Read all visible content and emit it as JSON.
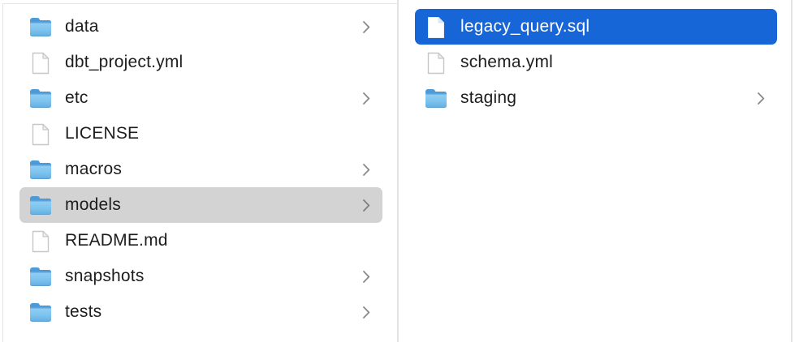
{
  "columns": [
    {
      "items": [
        {
          "label": "data",
          "type": "folder",
          "has_chevron": true,
          "selected": false
        },
        {
          "label": "dbt_project.yml",
          "type": "file",
          "has_chevron": false,
          "selected": false
        },
        {
          "label": "etc",
          "type": "folder",
          "has_chevron": true,
          "selected": false
        },
        {
          "label": "LICENSE",
          "type": "file",
          "has_chevron": false,
          "selected": false
        },
        {
          "label": "macros",
          "type": "folder",
          "has_chevron": true,
          "selected": false
        },
        {
          "label": "models",
          "type": "folder",
          "has_chevron": true,
          "selected": true,
          "selection_style": "inactive-gray"
        },
        {
          "label": "README.md",
          "type": "file",
          "has_chevron": false,
          "selected": false
        },
        {
          "label": "snapshots",
          "type": "folder",
          "has_chevron": true,
          "selected": false
        },
        {
          "label": "tests",
          "type": "folder",
          "has_chevron": true,
          "selected": false
        }
      ]
    },
    {
      "items": [
        {
          "label": "legacy_query.sql",
          "type": "file",
          "has_chevron": false,
          "selected": true,
          "selection_style": "active-blue"
        },
        {
          "label": "schema.yml",
          "type": "file",
          "has_chevron": false,
          "selected": false
        },
        {
          "label": "staging",
          "type": "folder",
          "has_chevron": true,
          "selected": false
        }
      ]
    }
  ],
  "colors": {
    "selection_active": "#1766d7",
    "selection_inactive": "#d3d3d3",
    "divider": "#e3e3e3",
    "text": "#1d1d1f",
    "text_selected": "#ffffff",
    "chevron": "#8a8a8a",
    "folder_blue": "#7cc2ee",
    "folder_tab": "#4d9cd9"
  },
  "icons": {
    "folder": "folder-icon",
    "file": "document-icon",
    "chevron": "chevron-right-icon"
  }
}
